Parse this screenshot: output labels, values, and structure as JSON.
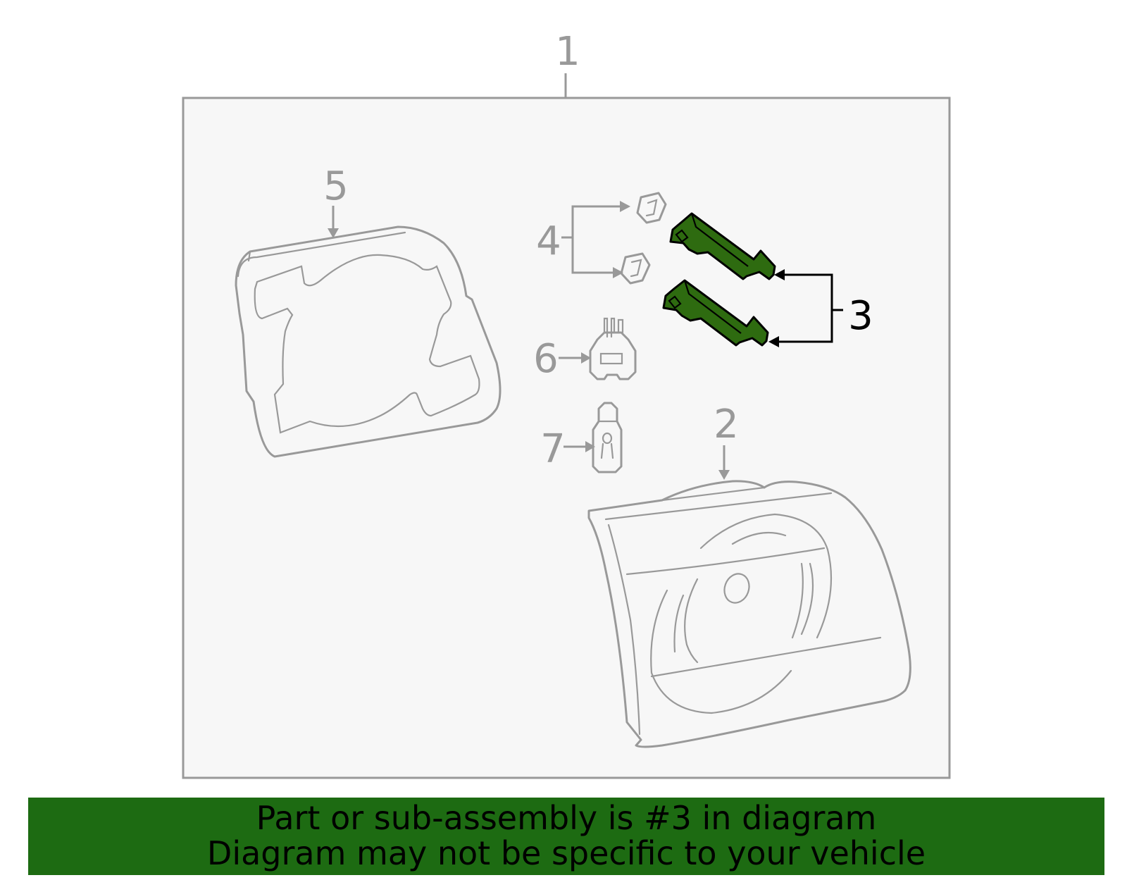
{
  "colors": {
    "frame_fill": "#f7f7f7",
    "outline_gray": "#999999",
    "highlight_green": "#2e6b10",
    "banner_green": "#1d6b12",
    "callout_gray": "#999999",
    "callout_highlight": "#000000"
  },
  "callouts": {
    "c1": "1",
    "c2": "2",
    "c3": "3",
    "c4": "4",
    "c5": "5",
    "c6": "6",
    "c7": "7"
  },
  "highlighted_part": "3",
  "banner": {
    "line1": "Part or sub-assembly is #3 in diagram",
    "line2": "Diagram may not be specific to your vehicle"
  }
}
